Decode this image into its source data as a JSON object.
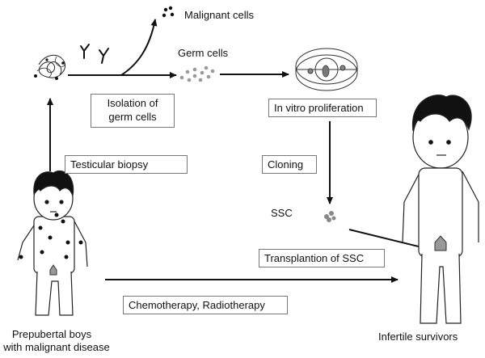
{
  "labels": {
    "malignant_cells": "Malignant cells",
    "germ_cells": "Germ cells",
    "ssc": "SSC",
    "prepubertal_line1": "Prepubertal boys",
    "prepubertal_line2": "with malignant disease",
    "infertile_survivors": "Infertile survivors"
  },
  "boxes": {
    "isolation_line1": "Isolation of",
    "isolation_line2": "germ cells",
    "in_vitro": "In vitro proliferation",
    "testicular_biopsy": "Testicular biopsy",
    "cloning": "Cloning",
    "transplantation": "Transplantion of SSC",
    "chemo": "Chemotherapy, Radiotherapy"
  },
  "colors": {
    "ink": "#111111",
    "box_border": "#777777",
    "cell_gray": "#9a9a9a",
    "hair": "#111111",
    "tumor_spot": "#111111"
  }
}
